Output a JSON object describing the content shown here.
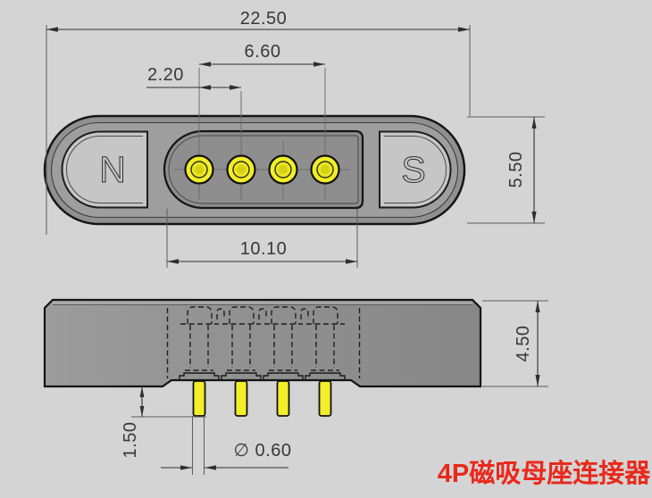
{
  "drawing": {
    "product_label": "4P磁吸母座连接器",
    "top_view": {
      "magnet_left": "N",
      "magnet_right": "S",
      "dim_overall_width": "22.50",
      "dim_pin_span": "6.60",
      "dim_pin_pitch": "2.20",
      "dim_body_height": "5.50",
      "dim_slot_width": "10.10"
    },
    "side_view": {
      "dim_body_thickness": "4.50",
      "dim_pin_protrusion": "1.50",
      "dim_pin_diameter": "∅ 0.60"
    },
    "colors": {
      "background": "#d4d4d4",
      "housing_ring": "#909090",
      "housing_inner": "#9e9e9e",
      "magnet": "#c6c6c6",
      "slot": "#8e8e8e",
      "pin_yellow": "#f2ee28",
      "label_red": "#e8291c"
    }
  }
}
